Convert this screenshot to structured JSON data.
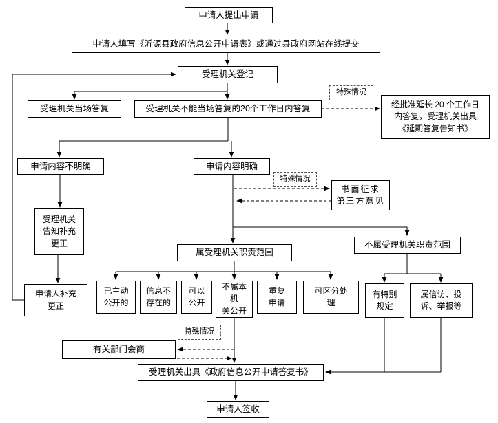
{
  "labels": {
    "special_case": "特殊情况"
  },
  "nodes": {
    "apply": "申请人提出申请",
    "fill_form": "申请人填写《沂源县政府信息公开申请表》或通过县政府网站在线提交",
    "register": "受理机关登记",
    "onsite_reply": "受理机关当场答复",
    "deferred_reply": "受理机关不能当场答复的20个工作日内答复",
    "extended_reply": "经批准延长 20 个工作日\n内答复，受理机关出具\n《延期答复告知书》",
    "content_unclear": "申请内容不明确",
    "content_clear": "申请内容明确",
    "third_party": "书面征求\n第三方意见",
    "notify_supplement": "受理机关\n告知补充\n更正",
    "applicant_supplement": "申请人补充\n更正",
    "in_scope": "属受理机关职责范围",
    "out_of_scope": "不属受理机关职责范围",
    "already_disclosed": "已主动\n公开的",
    "not_exist": "信息不\n存在的",
    "can_disclose": "可以\n公开",
    "not_this_authority": "不属本机\n关公开",
    "repeated": "重复\n申请",
    "separable": "可区分处\n理",
    "special_provision": "有特别\n规定",
    "petition": "属信访、投\n诉、举报等",
    "consultation": "有关部门会商",
    "issue_reply": "受理机关出具《政府信息公开申请答复书》",
    "sign_receipt": "申请人签收"
  }
}
